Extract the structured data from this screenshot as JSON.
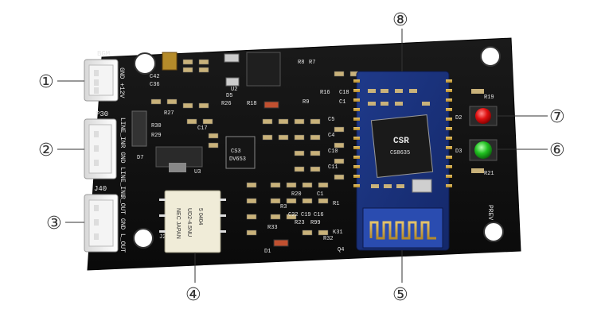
{
  "board": {
    "connectors": {
      "top": {
        "label_main": "BGM",
        "label_right": "GND +12V"
      },
      "middle": {
        "label_top": "P30",
        "label_side": "LINE_INR GND LINE_INL"
      },
      "bottom": {
        "label_top": "J40",
        "label_side": "R_OUT GND L_OUT"
      }
    },
    "relay": {
      "brand": "NEC JAPAN",
      "model": "UD2-4.5NU",
      "code": "5 0404"
    },
    "chip": {
      "line1": "CSR",
      "line2": "CS8635"
    },
    "ic_small": {
      "line1": "CS3",
      "line2": "DV653"
    },
    "leds": {
      "top": "D2",
      "bottom": "D3",
      "r_top": "R19",
      "r_bottom": "R21"
    },
    "prev_label": "PREV",
    "silkscreen": [
      "C42",
      "C36",
      "R8",
      "R7",
      "R16",
      "C18",
      "R9",
      "C1",
      "C17",
      "R27",
      "R30",
      "R29",
      "D7",
      "U3",
      "D5",
      "U2",
      "R26",
      "R18",
      "C22",
      "C19",
      "C16",
      "R23",
      "R99",
      "R32",
      "K31",
      "R20",
      "C1",
      "R1",
      "R3",
      "C5",
      "C4",
      "C10",
      "C11",
      "J2",
      "D1",
      "Q4",
      "R33"
    ]
  },
  "callouts": [
    {
      "number": "①",
      "target": "top-connector"
    },
    {
      "number": "②",
      "target": "middle-connector"
    },
    {
      "number": "③",
      "target": "bottom-connector"
    },
    {
      "number": "④",
      "target": "relay"
    },
    {
      "number": "⑤",
      "target": "bluetooth-antenna"
    },
    {
      "number": "⑥",
      "target": "green-led"
    },
    {
      "number": "⑦",
      "target": "red-led"
    },
    {
      "number": "⑧",
      "target": "bluetooth-module"
    }
  ]
}
